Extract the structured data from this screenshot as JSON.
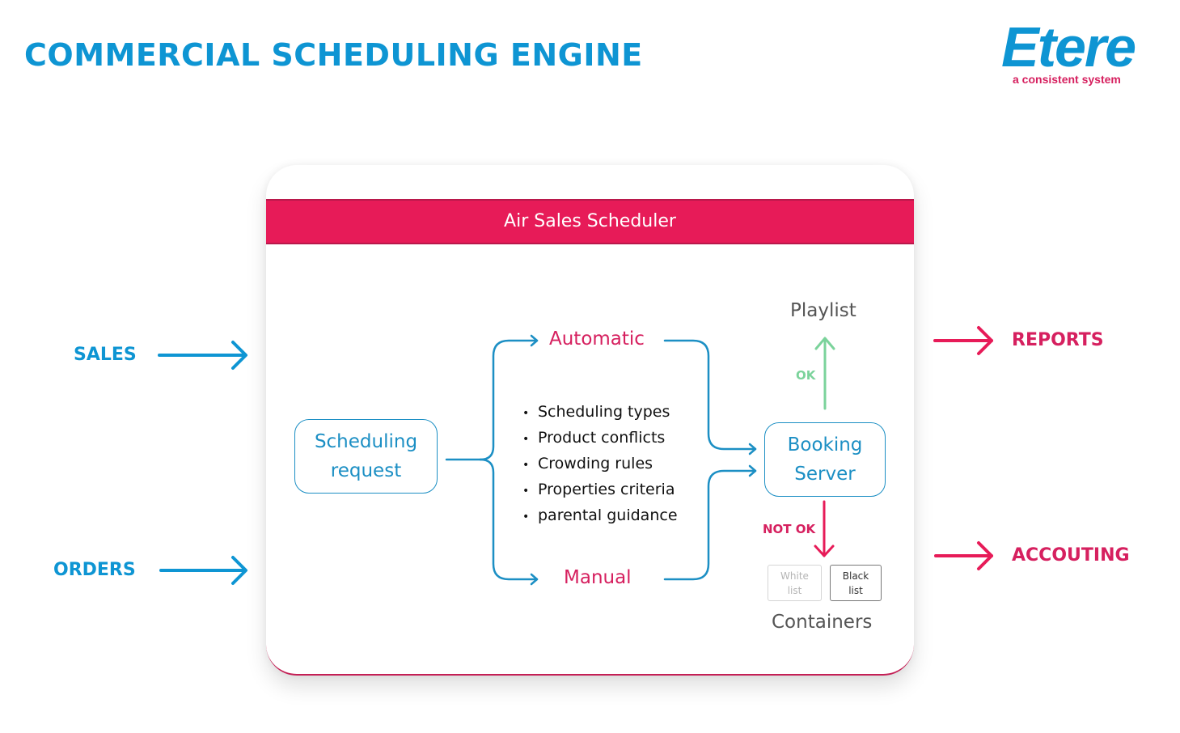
{
  "title": "COMMERCIAL SCHEDULING ENGINE",
  "logo": {
    "wordmark": "Etere",
    "tagline": "a consistent system"
  },
  "colors": {
    "blue": "#0e95d3",
    "pink": "#e71b58",
    "green": "#7bd39b",
    "dark_text": "#111111",
    "gray_text": "#555555"
  },
  "inputs": [
    {
      "label": "SALES",
      "icon": "arrow-right-icon"
    },
    {
      "label": "ORDERS",
      "icon": "arrow-right-icon"
    }
  ],
  "outputs": [
    {
      "label": "REPORTS",
      "icon": "arrow-right-icon"
    },
    {
      "label": "ACCOUTING",
      "icon": "arrow-right-icon"
    }
  ],
  "scheduler": {
    "header": "Air Sales Scheduler",
    "request_node": {
      "line1": "Scheduling",
      "line2": "request"
    },
    "modes": {
      "automatic": "Automatic",
      "manual": "Manual"
    },
    "criteria": [
      "Scheduling types",
      "Product conflicts",
      "Crowding rules",
      "Properties criteria",
      "parental guidance"
    ],
    "booking_node": {
      "line1": "Booking",
      "line2": "Server"
    },
    "ok_label": "OK",
    "not_ok_label": "NOT OK",
    "playlist_label": "Playlist",
    "containers": {
      "label": "Containers",
      "white_list": {
        "line1": "White",
        "line2": "list"
      },
      "black_list": {
        "line1": "Black",
        "line2": "list"
      }
    }
  }
}
